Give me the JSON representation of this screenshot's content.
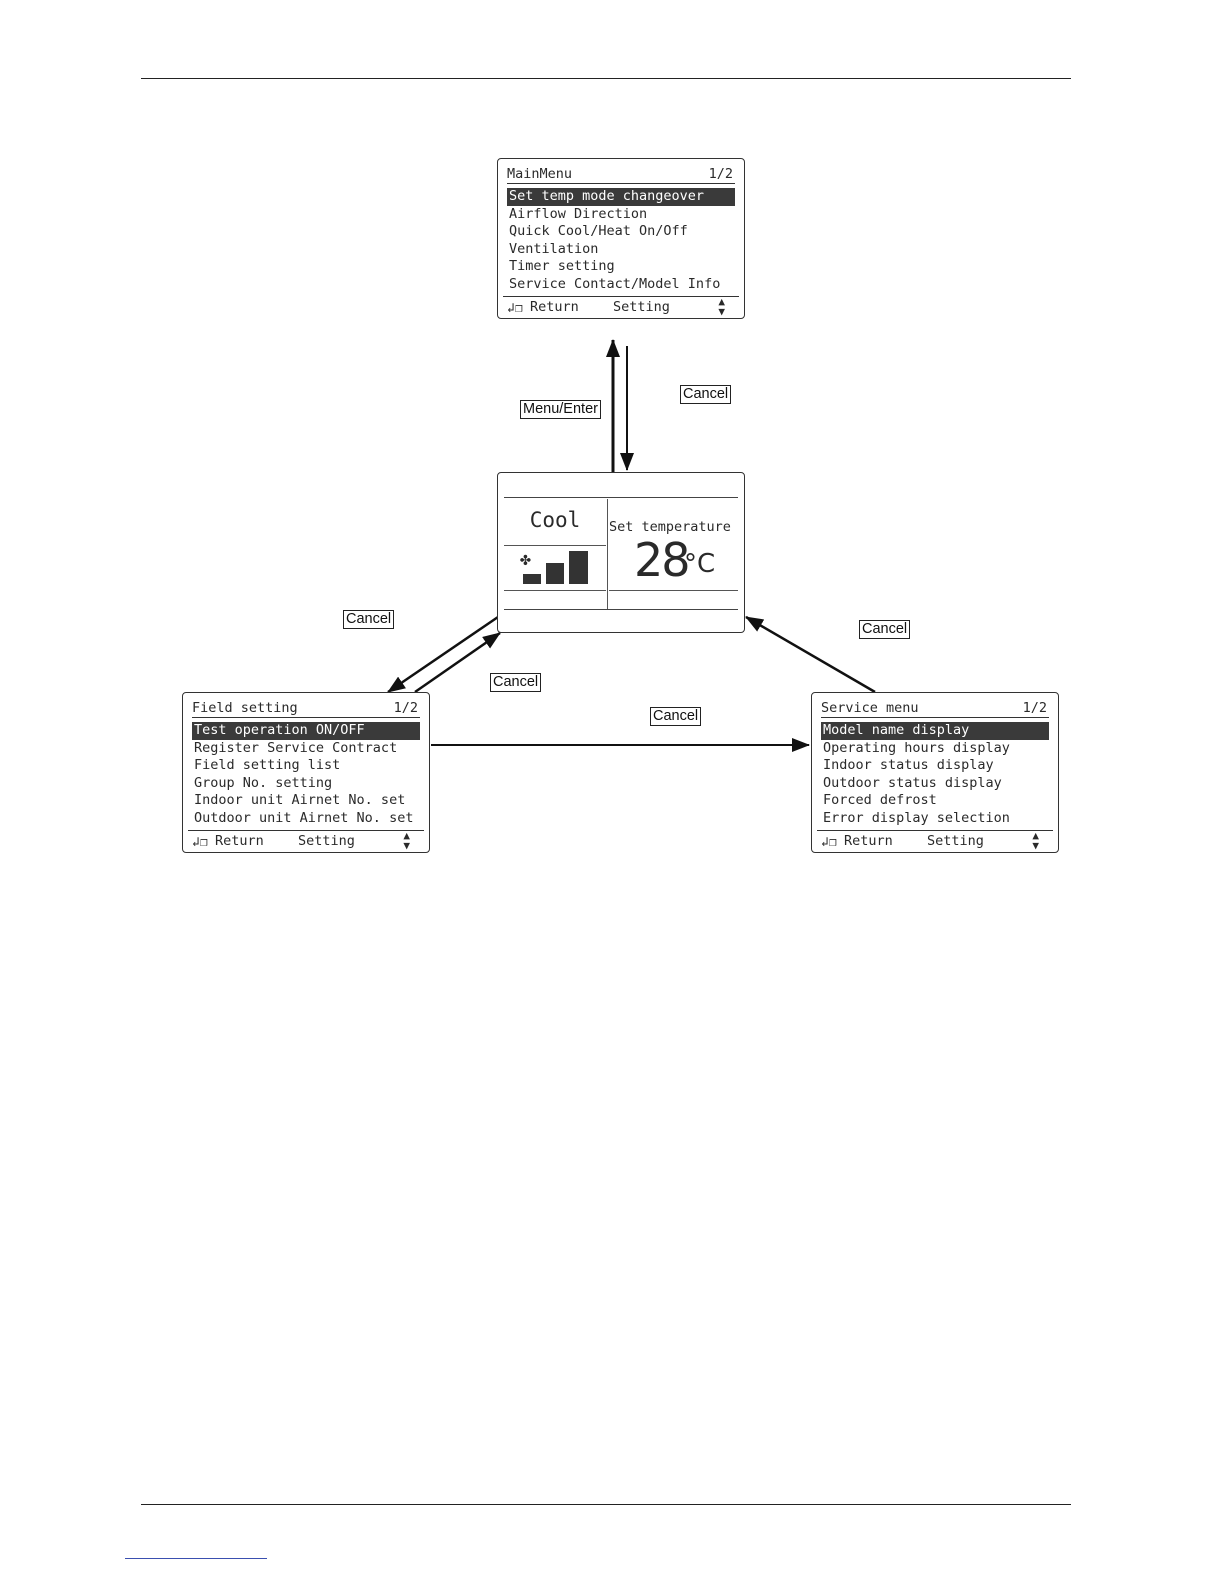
{
  "main_menu": {
    "title": "MainMenu",
    "page": "1/2",
    "items": [
      {
        "label": "Set temp mode changeover",
        "selected": true
      },
      {
        "label": "Airflow Direction",
        "selected": false
      },
      {
        "label": "Quick Cool/Heat On/Off",
        "selected": false
      },
      {
        "label": "Ventilation",
        "selected": false
      },
      {
        "label": "Timer setting",
        "selected": false
      },
      {
        "label": "Service Contact/Model Info",
        "selected": false
      }
    ],
    "footer": {
      "return": "Return",
      "setting": "Setting",
      "updown": [
        "▲",
        "▼"
      ]
    }
  },
  "home_screen": {
    "mode": "Cool",
    "set_temp_label": "Set temperature",
    "temperature": "28",
    "unit": "°C",
    "fan_icon": "✤",
    "fan_level": 3,
    "fan_levels_total": 3
  },
  "field_setting": {
    "title": "Field setting",
    "page": "1/2",
    "items": [
      {
        "label": "Test operation ON/OFF",
        "selected": true
      },
      {
        "label": "Register Service Contract",
        "selected": false
      },
      {
        "label": "Field setting list",
        "selected": false
      },
      {
        "label": "Group No. setting",
        "selected": false
      },
      {
        "label": "Indoor unit Airnet No. set",
        "selected": false
      },
      {
        "label": "Outdoor unit Airnet No. set",
        "selected": false
      }
    ],
    "footer": {
      "return": "Return",
      "setting": "Setting",
      "updown": [
        "▲",
        "▼"
      ]
    }
  },
  "service_menu": {
    "title": "Service menu",
    "page": "1/2",
    "items": [
      {
        "label": "Model name display",
        "selected": true
      },
      {
        "label": "Operating hours display",
        "selected": false
      },
      {
        "label": "Indoor status display",
        "selected": false
      },
      {
        "label": "Outdoor status display",
        "selected": false
      },
      {
        "label": "Forced defrost",
        "selected": false
      },
      {
        "label": "Error display selection",
        "selected": false
      }
    ],
    "footer": {
      "return": "Return",
      "setting": "Setting",
      "updown": [
        "▲",
        "▼"
      ]
    }
  },
  "labels": {
    "menu_enter": "Menu/Enter",
    "cancel_top": "Cancel",
    "cancel_left": "Cancel",
    "cancel_mid": "Cancel",
    "cancel_bottom": "Cancel",
    "cancel_right": "Cancel"
  },
  "icons": {
    "return_icon": "return-arrow-icon",
    "updown_icon": "up-down-triangle-icon"
  }
}
